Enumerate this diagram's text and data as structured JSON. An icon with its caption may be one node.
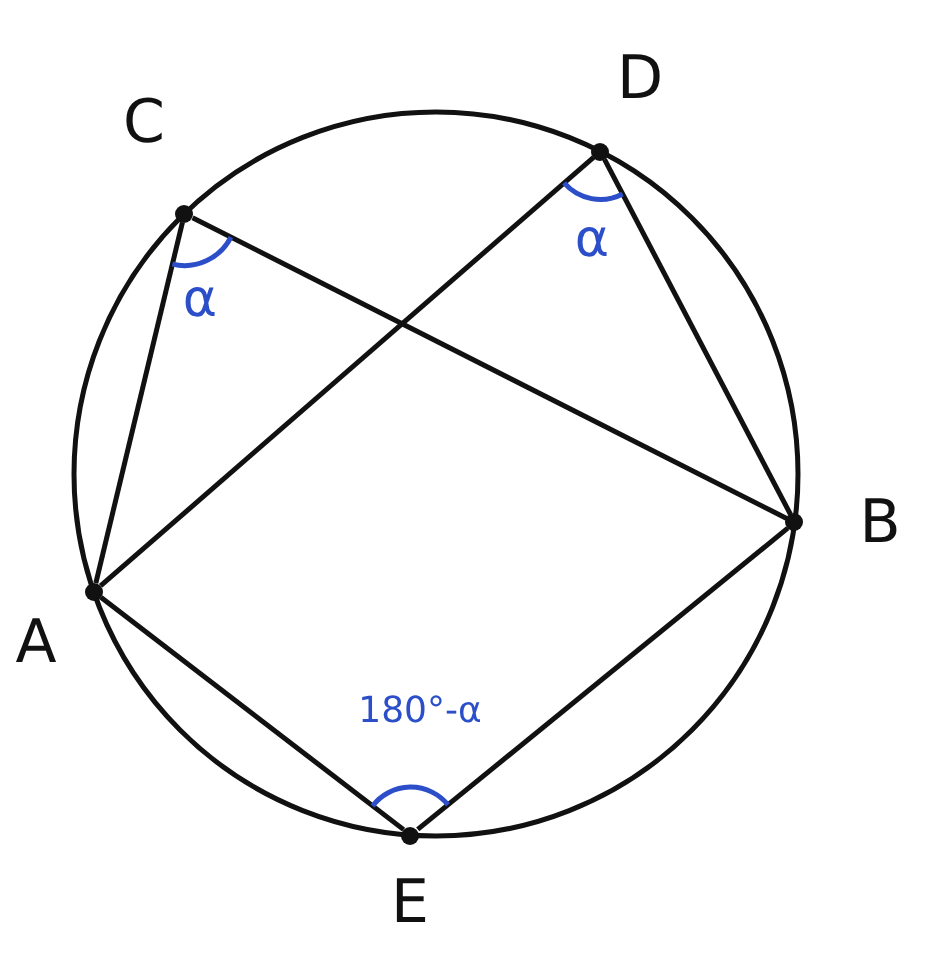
{
  "diagram": {
    "nodes": [
      {
        "text": [],
        "shape": "circle",
        "beside": [
          "D"
        ]
      },
      {
        "text": [],
        "shape": "circle",
        "beside": [
          "C"
        ]
      },
      {
        "text": [],
        "shape": "circle",
        "beside": [
          "B"
        ]
      },
      {
        "text": [],
        "shape": "circle",
        "beside": [
          "A"
        ]
      },
      {
        "text": [],
        "shape": "circle",
        "beside": [
          "E"
        ]
      }
    ],
    "edges": [
      {
        "from": 1,
        "to": 3,
        "arrow": "none"
      },
      {
        "from": 1,
        "to": 2,
        "arrow": "none"
      },
      {
        "from": 0,
        "to": 3,
        "arrow": "none"
      },
      {
        "from": 0,
        "to": 2,
        "arrow": "none"
      },
      {
        "from": 3,
        "to": 4,
        "arrow": "none"
      },
      {
        "from": 4,
        "to": 2,
        "arrow": "none"
      }
    ],
    "labels": [
      "α",
      "α",
      "180°-α"
    ]
  }
}
